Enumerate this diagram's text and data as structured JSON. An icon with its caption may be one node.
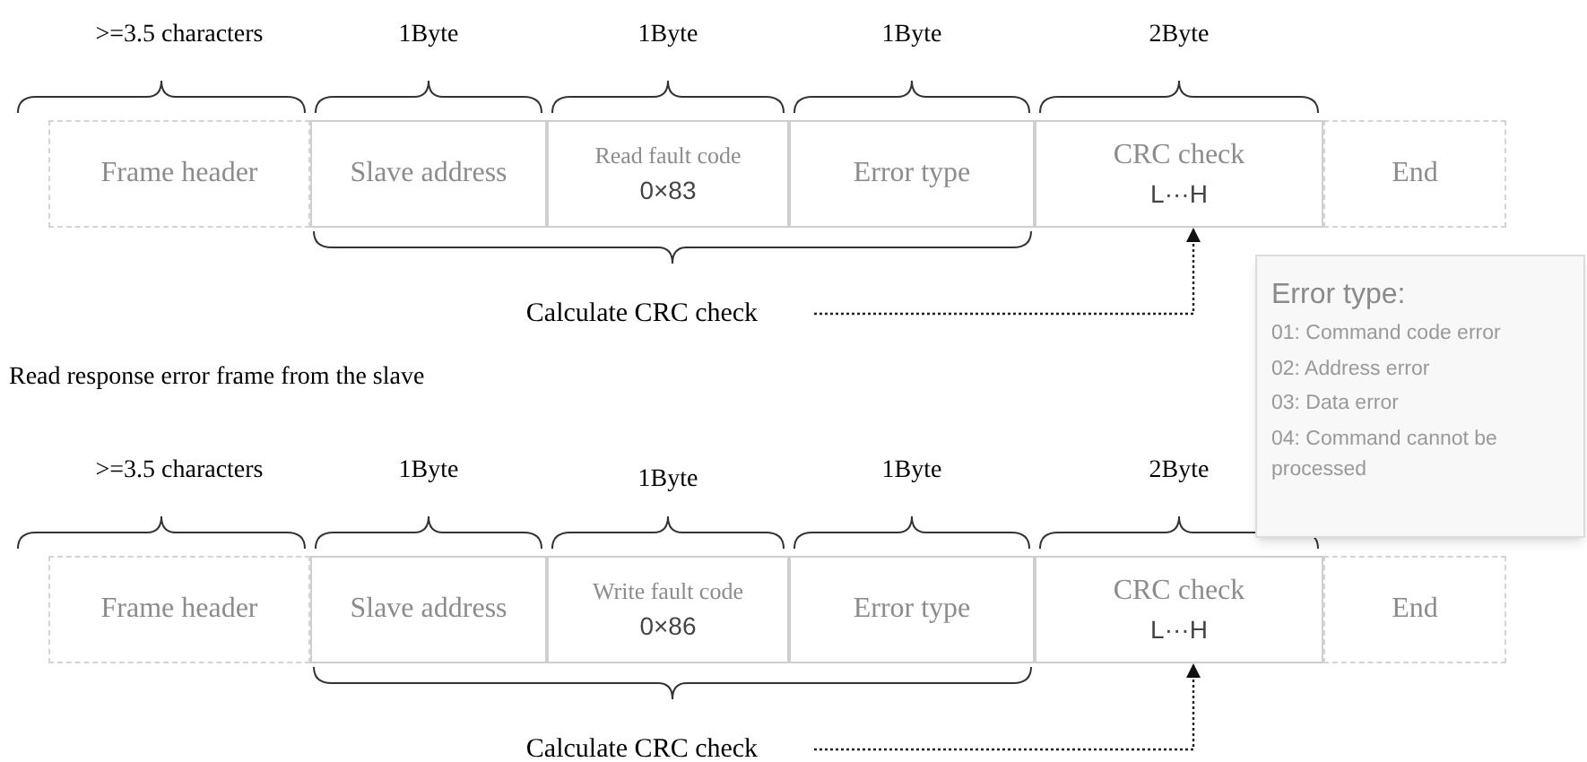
{
  "diagram": {
    "nodes": [
      {
        "text": [
          "Frame header"
        ]
      },
      {
        "text": [
          "Slave address"
        ]
      },
      {
        "text": [
          "Read fault code",
          "0×83"
        ]
      },
      {
        "text": [
          "Error type"
        ]
      },
      {
        "text": [
          "CRC check",
          "L···H"
        ]
      },
      {
        "text": [
          "End"
        ]
      },
      {
        "text": [
          "Calculate CRC check"
        ]
      },
      {
        "text": [
          "Frame header"
        ]
      },
      {
        "text": [
          "Slave address"
        ]
      },
      {
        "text": [
          "Write fault code",
          "0×86"
        ]
      },
      {
        "text": [
          "Error type"
        ]
      },
      {
        "text": [
          "CRC check",
          "L···H"
        ]
      },
      {
        "text": [
          "End"
        ]
      },
      {
        "text": [
          "Calculate CRC check"
        ]
      },
      {
        "text": [
          "Error type:",
          "01: Command code error",
          "02: Address error",
          "03: Data error",
          "04: Command cannot be processed"
        ]
      }
    ],
    "edges": [
      {
        "from": 6,
        "to": 4,
        "arrow": "to",
        "style": "dashed"
      },
      {
        "from": 13,
        "to": 11,
        "arrow": "to",
        "style": "dashed"
      }
    ],
    "labels": [
      ">=3.5 characters",
      "1Byte",
      "1Byte",
      "1Byte",
      "2Byte",
      "Read response error frame from the slave",
      ">=3.5 characters",
      "1Byte",
      "1Byte",
      "1Byte",
      "2Byte"
    ]
  }
}
